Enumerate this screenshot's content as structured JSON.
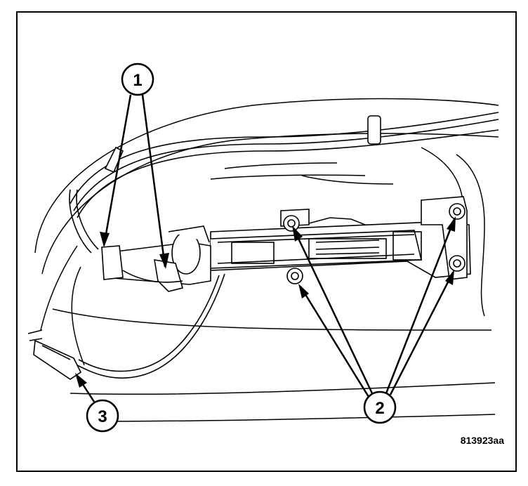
{
  "callouts": [
    {
      "id": "callout-1",
      "label": "1"
    },
    {
      "id": "callout-2",
      "label": "2"
    },
    {
      "id": "callout-3",
      "label": "3"
    }
  ],
  "figure_id": "813923aa",
  "colors": {
    "line": "#000000",
    "background": "#ffffff"
  }
}
